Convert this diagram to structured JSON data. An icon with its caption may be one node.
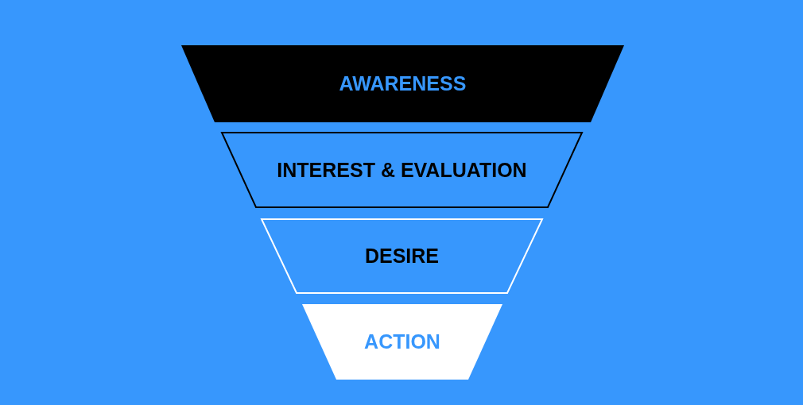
{
  "diagram": {
    "nodes": [
      {
        "text": [
          "AWARENESS"
        ]
      },
      {
        "text": [
          "INTEREST & EVALUATION"
        ]
      },
      {
        "text": [
          "DESIRE"
        ]
      },
      {
        "text": [
          "ACTION"
        ]
      }
    ]
  }
}
